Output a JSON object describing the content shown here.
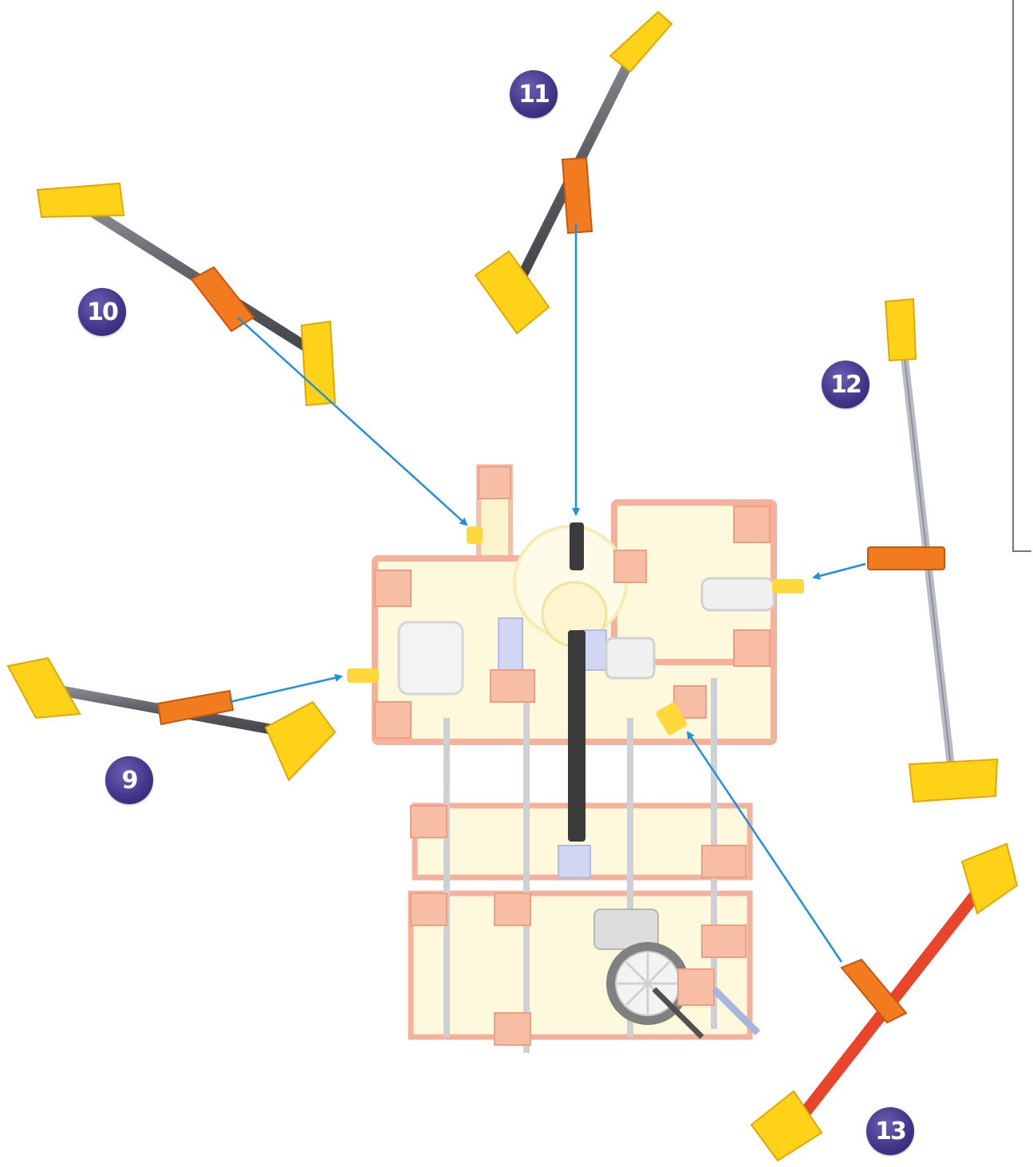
{
  "colors": {
    "arrow": "#1e90dd",
    "rod_gray": "#6d6f75",
    "rod_silver": "#b9bcc2",
    "rod_red": "#e8452a",
    "connector_yellow": "#ffd21a",
    "connector_orange": "#f27a1f",
    "frame_salmon": "#f3a58c",
    "frame_pale_yellow": "#fdf3c4",
    "axle_black": "#1a1a1a",
    "badge_purple": "#3f3488"
  },
  "steps": [
    {
      "id": "step-9",
      "label": "9"
    },
    {
      "id": "step-10",
      "label": "10"
    },
    {
      "id": "step-11",
      "label": "11"
    },
    {
      "id": "step-12",
      "label": "12"
    },
    {
      "id": "step-13",
      "label": "13"
    }
  ]
}
